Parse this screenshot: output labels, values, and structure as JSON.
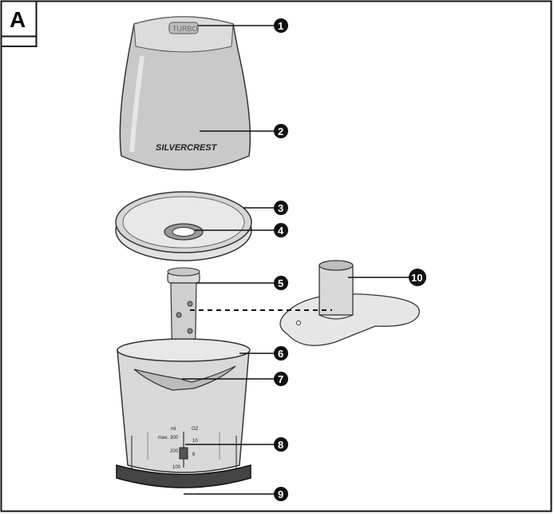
{
  "figure_tag": "A",
  "lid_button_text": "TURBO",
  "brand_text": "SILVERCREST",
  "scale": {
    "unit_ml": "ml",
    "unit_oz": "OZ",
    "max_label": "max.",
    "ml_values": [
      "300",
      "200",
      "100"
    ],
    "oz_values": [
      "10",
      "6"
    ]
  },
  "callouts": [
    {
      "id": "1",
      "label": "1"
    },
    {
      "id": "2",
      "label": "2"
    },
    {
      "id": "3",
      "label": "3"
    },
    {
      "id": "4",
      "label": "4"
    },
    {
      "id": "5",
      "label": "5"
    },
    {
      "id": "6",
      "label": "6"
    },
    {
      "id": "7",
      "label": "7"
    },
    {
      "id": "8",
      "label": "8"
    },
    {
      "id": "9",
      "label": "9"
    },
    {
      "id": "10",
      "label": "10"
    }
  ]
}
